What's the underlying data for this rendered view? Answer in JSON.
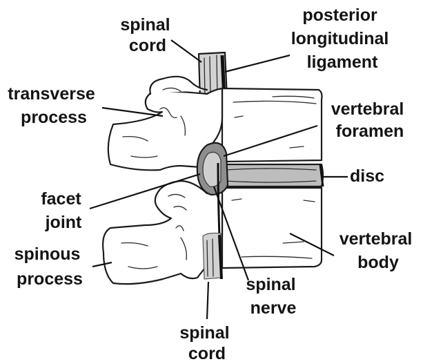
{
  "labels": {
    "spinal_cord_top": [
      "spinal",
      "cord"
    ],
    "posterior_longitudinal_ligament": [
      "posterior",
      "longitudinal",
      "ligament"
    ],
    "transverse_process": [
      "transverse",
      "process"
    ],
    "vertebral_foramen": [
      "vertebral",
      "foramen"
    ],
    "disc": [
      "disc"
    ],
    "facet_joint": [
      "facet",
      "joint"
    ],
    "vertebral_body": [
      "vertebral",
      "body"
    ],
    "spinous_process": [
      "spinous",
      "process"
    ],
    "spinal_nerve": [
      "spinal",
      "nerve"
    ],
    "spinal_cord_bottom": [
      "spinal",
      "cord"
    ]
  },
  "colors": {
    "ink": "#1a1a1a",
    "bone": "#ffffff",
    "cord": "#d2d2d2",
    "disc": "#bdbdbd",
    "foramen": "#8e8e8e"
  }
}
